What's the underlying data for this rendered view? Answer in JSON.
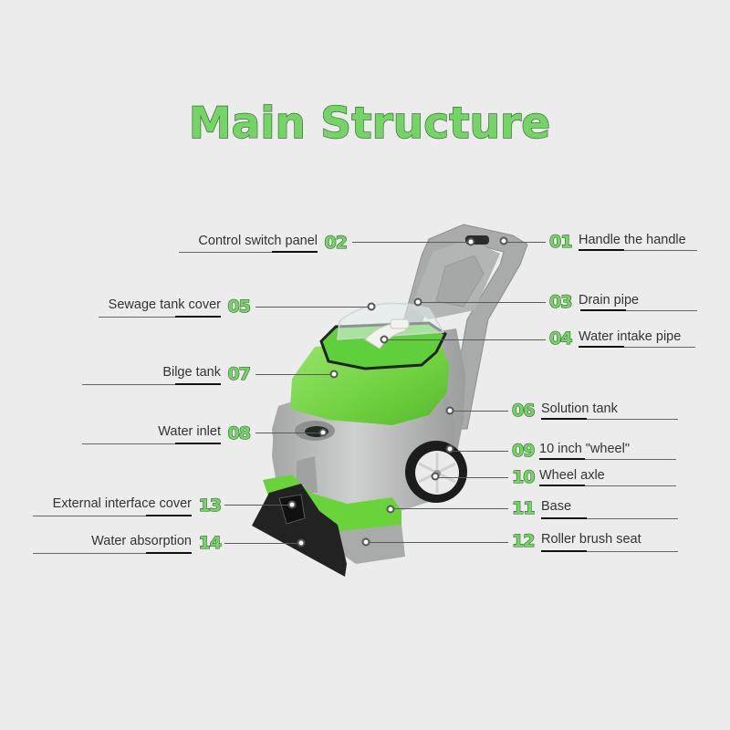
{
  "title": "Main Structure",
  "colors": {
    "background": "#ececec",
    "accent_green": "#74d466",
    "machine_green": "#7ed957",
    "machine_gray": "#b7b8b8",
    "text": "#333333"
  },
  "callouts": [
    {
      "num": "01",
      "label": "Handle the handle",
      "side": "right"
    },
    {
      "num": "02",
      "label": "Control switch panel",
      "side": "left"
    },
    {
      "num": "03",
      "label": "Drain pipe",
      "side": "right"
    },
    {
      "num": "04",
      "label": "Water intake pipe",
      "side": "right"
    },
    {
      "num": "05",
      "label": "Sewage tank cover",
      "side": "left"
    },
    {
      "num": "06",
      "label": "Solution tank",
      "side": "right"
    },
    {
      "num": "07",
      "label": "Bilge tank",
      "side": "left"
    },
    {
      "num": "08",
      "label": "Water inlet",
      "side": "left"
    },
    {
      "num": "09",
      "label": "10 inch \"wheel\"",
      "side": "right"
    },
    {
      "num": "10",
      "label": "Wheel axle",
      "side": "right"
    },
    {
      "num": "11",
      "label": "Base",
      "side": "right"
    },
    {
      "num": "12",
      "label": "Roller brush seat",
      "side": "right"
    },
    {
      "num": "13",
      "label": "External interface cover",
      "side": "left"
    },
    {
      "num": "14",
      "label": "Water absorption",
      "side": "left"
    }
  ]
}
